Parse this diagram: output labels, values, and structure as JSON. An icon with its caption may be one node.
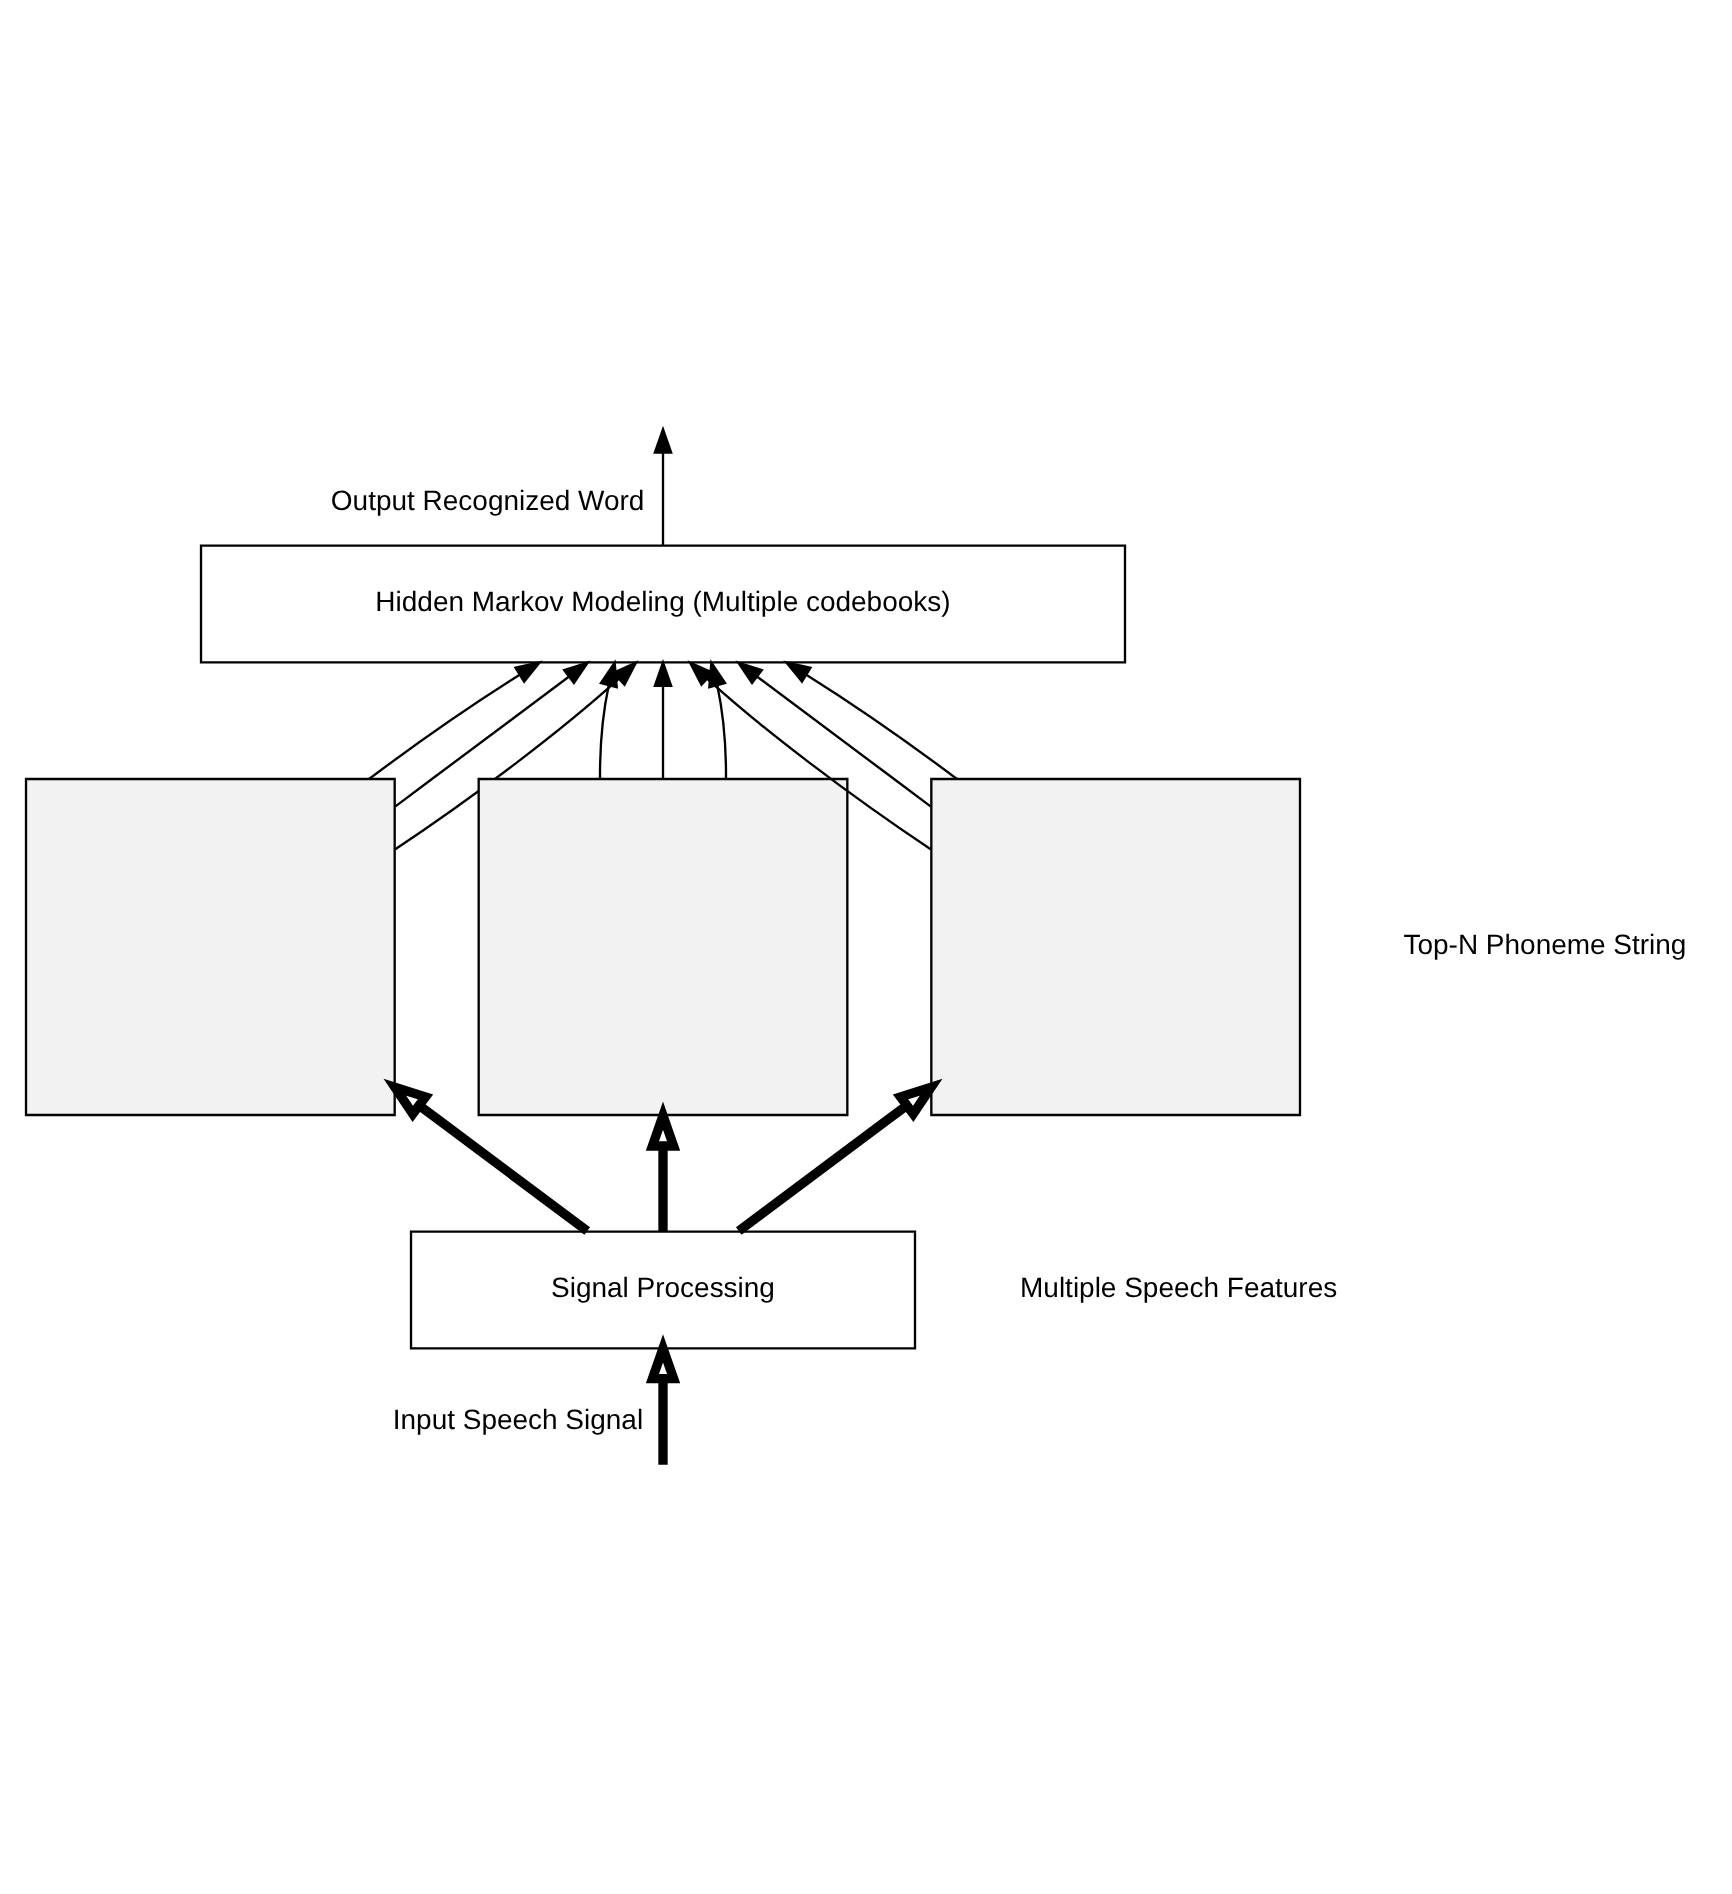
{
  "diagram": {
    "nodes": [
      {
        "text": [
          "Hidden Markov Modeling (Multiple codebooks)"
        ]
      },
      {
        "text": [],
        "shape": "box"
      },
      {
        "text": [],
        "shape": "box"
      },
      {
        "text": [],
        "shape": "box"
      },
      {
        "text": [
          "Signal Processing"
        ]
      }
    ],
    "edges": [
      {
        "from": 0,
        "to": null,
        "arrow": "to",
        "label": "Output Recognized Word"
      },
      {
        "from": 1,
        "to": 0,
        "arrow": "to"
      },
      {
        "from": 1,
        "to": 0,
        "arrow": "to"
      },
      {
        "from": 1,
        "to": 0,
        "arrow": "to"
      },
      {
        "from": 2,
        "to": 0,
        "arrow": "to"
      },
      {
        "from": 2,
        "to": 0,
        "arrow": "to"
      },
      {
        "from": 2,
        "to": 0,
        "arrow": "to"
      },
      {
        "from": 3,
        "to": 0,
        "arrow": "to"
      },
      {
        "from": 3,
        "to": 0,
        "arrow": "to"
      },
      {
        "from": 3,
        "to": 0,
        "arrow": "to"
      },
      {
        "from": 4,
        "to": 1,
        "arrow": "to",
        "style": "thick"
      },
      {
        "from": 4,
        "to": 2,
        "arrow": "to",
        "style": "thick"
      },
      {
        "from": 4,
        "to": 3,
        "arrow": "to",
        "style": "thick"
      },
      {
        "from": null,
        "to": 4,
        "arrow": "to",
        "style": "thick",
        "label": "Input Speech Signal"
      }
    ],
    "labels": [
      "Top-N Phoneme String",
      "Multiple Speech Features"
    ]
  }
}
